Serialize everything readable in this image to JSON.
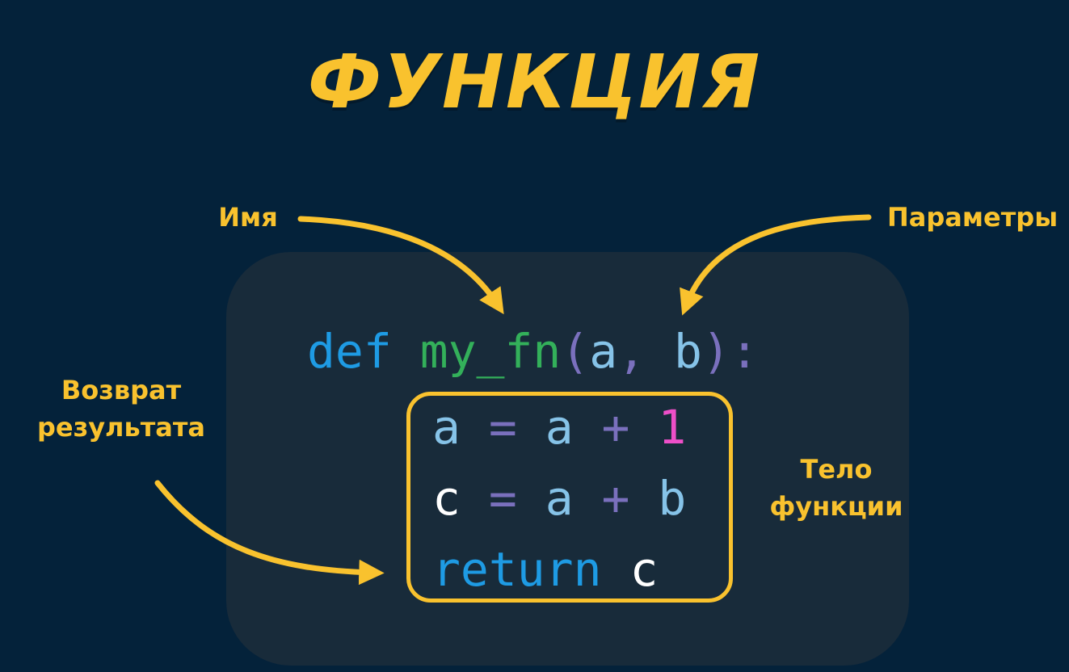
{
  "title": "ФУНКЦИЯ",
  "labels": {
    "name": "Имя",
    "params": "Параметры",
    "return_line1": "Возврат",
    "return_line2": "результата",
    "body_line1": "Тело",
    "body_line2": "функции"
  },
  "code": {
    "line1": {
      "keyword": "def",
      "fn_name": "my_fn",
      "open_paren": "(",
      "param_a": "a",
      "comma": ",",
      "param_b": "b",
      "close_paren": ")",
      "colon": ":"
    },
    "line2": {
      "var": "a",
      "op_eq": "=",
      "operand": "a",
      "op_plus": "+",
      "number": "1"
    },
    "line3": {
      "var": "c",
      "op_eq": "=",
      "operand_a": "a",
      "op_plus": "+",
      "operand_b": "b"
    },
    "line4": {
      "keyword": "return",
      "value": "c"
    }
  },
  "colors": {
    "background": "#04223a",
    "panel": "#182b3a",
    "accent": "#f9c22e",
    "keyword": "#1e9be4",
    "function": "#33b05a",
    "variable": "#86c3e8",
    "punctuation": "#7a70bd",
    "number": "#ee4fc8"
  }
}
